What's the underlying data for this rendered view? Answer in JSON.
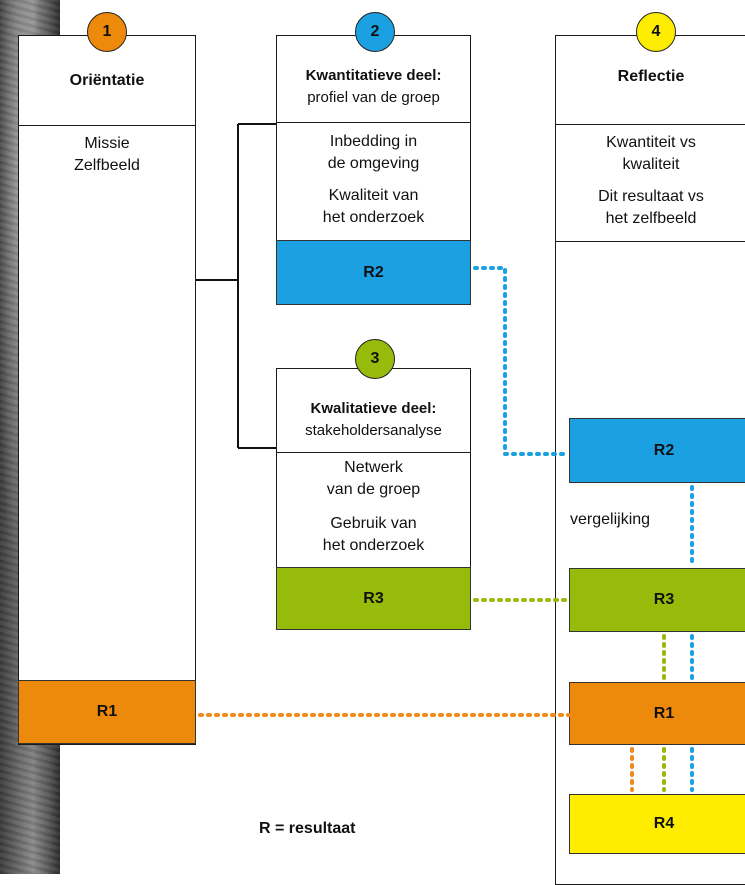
{
  "colors": {
    "orange": "#EE8A0B",
    "blue": "#1BA1E2",
    "green": "#97BB0A",
    "yellow": "#FFED00",
    "dot_orange": "#F08C1E",
    "dot_blue": "#1BA1E2",
    "dot_green": "#97BB0A"
  },
  "step1": {
    "number": "1",
    "title": "Oriëntatie",
    "items": [
      "Missie",
      "Zelfbeeld"
    ],
    "result": "R1"
  },
  "step2": {
    "number": "2",
    "title_bold": "Kwantitatieve deel:",
    "title_rest": "profiel van de groep",
    "item1": [
      "Inbedding in",
      "de omgeving"
    ],
    "item2": [
      "Kwaliteit van",
      "het onderzoek"
    ],
    "result": "R2"
  },
  "step3": {
    "number": "3",
    "title_bold": "Kwalitatieve deel:",
    "title_rest": "stakeholdersanalyse",
    "item1": [
      "Netwerk",
      "van de groep"
    ],
    "item2": [
      "Gebruik van",
      "het onderzoek"
    ],
    "result": "R3"
  },
  "step4": {
    "number": "4",
    "title": "Reflectie",
    "item1": [
      "Kwantiteit vs",
      "kwaliteit"
    ],
    "item2": [
      "Dit resultaat vs",
      "het zelfbeeld"
    ],
    "results": [
      "R2",
      "R3",
      "R1",
      "R4"
    ],
    "compare_label": "vergelijking"
  },
  "legend": "R = resultaat"
}
